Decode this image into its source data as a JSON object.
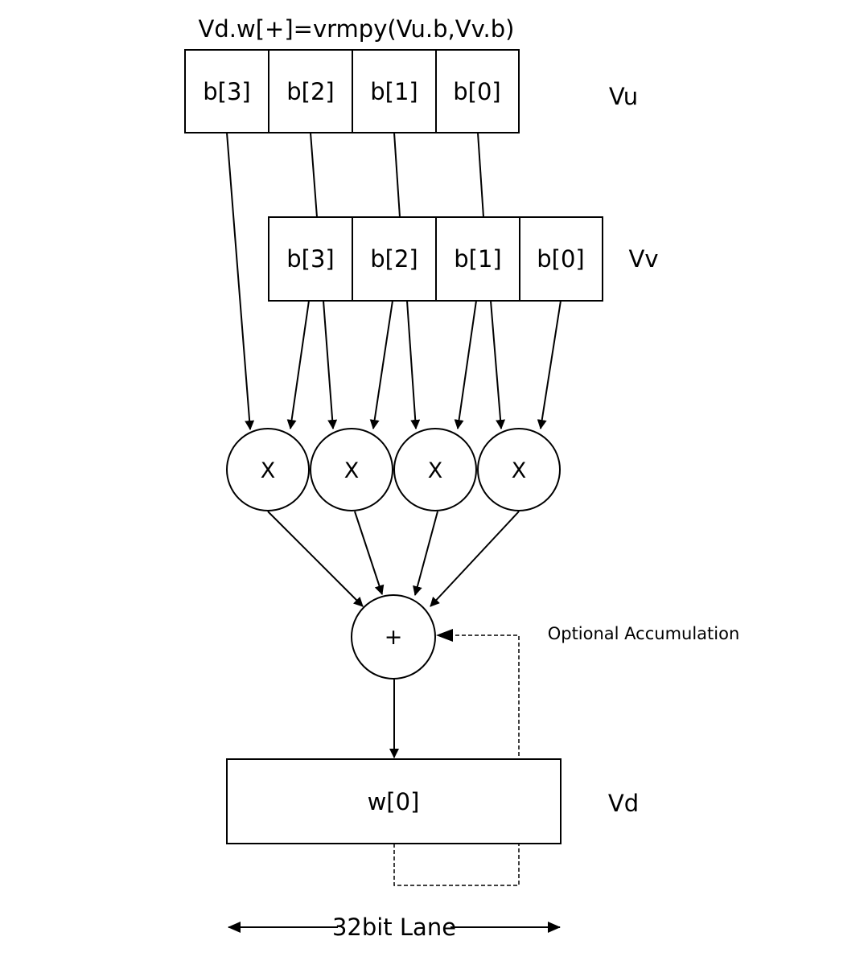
{
  "title": "Vd.w[+]=vrmpy(Vu.b,Vv.b)",
  "vu": {
    "label": "Vu",
    "cells": [
      "b[3]",
      "b[2]",
      "b[1]",
      "b[0]"
    ]
  },
  "vv": {
    "label": "Vv",
    "cells": [
      "b[3]",
      "b[2]",
      "b[1]",
      "b[0]"
    ]
  },
  "multipliers": [
    "X",
    "X",
    "X",
    "X"
  ],
  "adder": "+",
  "accumulation_note": "Optional Accumulation",
  "vd": {
    "label": "Vd",
    "cell": "w[0]"
  },
  "lane": "32bit Lane"
}
